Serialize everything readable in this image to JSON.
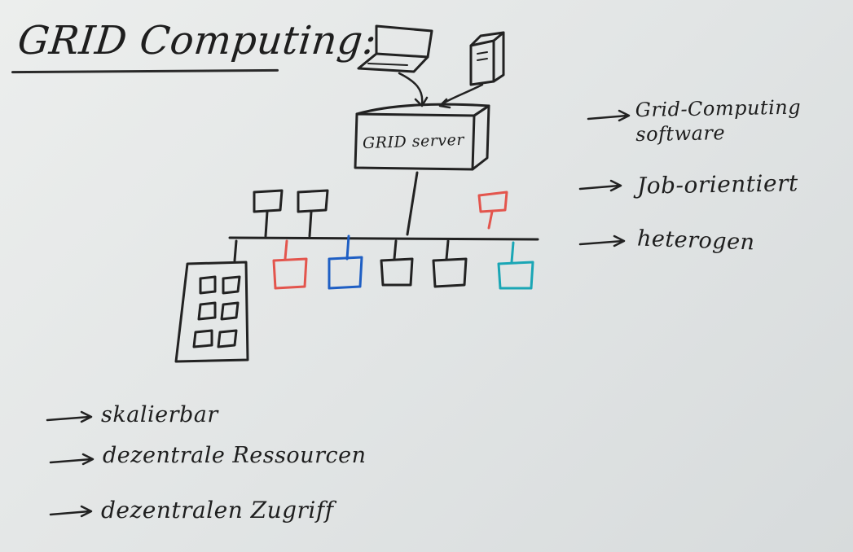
{
  "whiteboard": {
    "title": "GRID Computing:",
    "server_label": "GRID server",
    "right_notes": [
      "Grid-Computing software",
      "Job-orientiert",
      "heterogen"
    ],
    "bottom_bullets": [
      "skalierbar",
      "dezentrale Ressourcen",
      "dezentralen Zugriff"
    ],
    "arrow_glyph": "→",
    "colors": {
      "board": "#e6e8e8",
      "marker_black": "#1e1e1e",
      "marker_red": "#e3554d",
      "marker_blue": "#1f5fc4",
      "marker_teal": "#1aa6b5"
    },
    "icons": [
      "laptop-icon",
      "server-tower-icon",
      "monitor-icon",
      "computer-icon",
      "server-rack-icon",
      "arrow-icon"
    ]
  }
}
